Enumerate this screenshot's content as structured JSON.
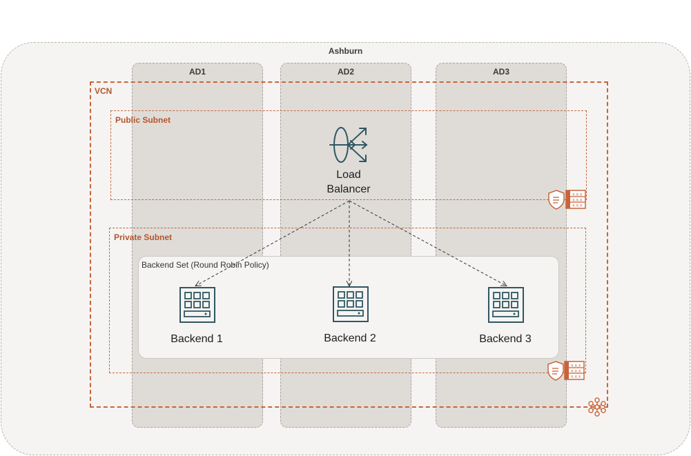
{
  "region": {
    "label": "Ashburn"
  },
  "availability_domains": [
    {
      "label": "AD1"
    },
    {
      "label": "AD2"
    },
    {
      "label": "AD3"
    }
  ],
  "vcn": {
    "label": "VCN"
  },
  "public_subnet": {
    "label": "Public Subnet"
  },
  "private_subnet": {
    "label": "Private Subnet"
  },
  "load_balancer": {
    "line1": "Load",
    "line2": "Balancer",
    "icon": "load-balancer-icon"
  },
  "backend_set": {
    "label": "Backend Set (Round Robin Policy)"
  },
  "backends": [
    {
      "label": "Backend 1",
      "icon": "server-icon"
    },
    {
      "label": "Backend 2",
      "icon": "server-icon"
    },
    {
      "label": "Backend 3",
      "icon": "server-icon"
    }
  ],
  "colors": {
    "oracle_orange": "#c7643b",
    "icon_teal": "#2f5661",
    "region_fill": "#f5f4f2",
    "ad_fill": "#dfdcd8"
  }
}
